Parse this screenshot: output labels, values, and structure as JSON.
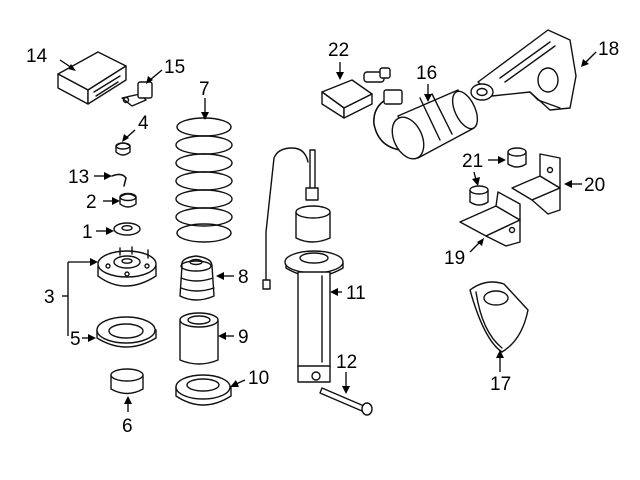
{
  "diagram": {
    "callouts": [
      {
        "id": "14",
        "text": "14"
      },
      {
        "id": "15",
        "text": "15"
      },
      {
        "id": "7",
        "text": "7"
      },
      {
        "id": "4",
        "text": "4"
      },
      {
        "id": "13",
        "text": "13"
      },
      {
        "id": "2",
        "text": "2"
      },
      {
        "id": "1",
        "text": "1"
      },
      {
        "id": "3",
        "text": "3"
      },
      {
        "id": "5",
        "text": "5"
      },
      {
        "id": "6",
        "text": "6"
      },
      {
        "id": "8",
        "text": "8"
      },
      {
        "id": "9",
        "text": "9"
      },
      {
        "id": "10",
        "text": "10"
      },
      {
        "id": "11",
        "text": "11"
      },
      {
        "id": "12",
        "text": "12"
      },
      {
        "id": "22",
        "text": "22"
      },
      {
        "id": "16",
        "text": "16"
      },
      {
        "id": "18",
        "text": "18"
      },
      {
        "id": "21",
        "text": "21"
      },
      {
        "id": "20",
        "text": "20"
      },
      {
        "id": "19",
        "text": "19"
      },
      {
        "id": "17",
        "text": "17"
      }
    ]
  }
}
